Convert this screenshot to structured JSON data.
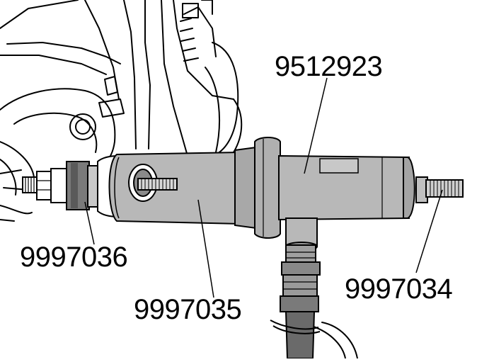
{
  "diagram": {
    "part_labels": {
      "puller_tool": "9512923",
      "adapter_sleeve": "9997036",
      "press_cylinder": "9997035",
      "threaded_rod": "9997034"
    },
    "colors": {
      "line": "#000000",
      "tool_fill": "#b8b8b8",
      "tool_shade": "#9a9a9a",
      "background": "#ffffff",
      "sleeve_fill": "#ffffff"
    }
  }
}
